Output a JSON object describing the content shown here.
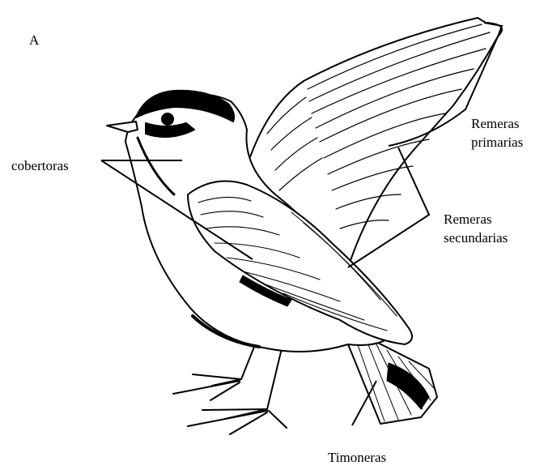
{
  "figure": {
    "panel_letter": "A",
    "labels": {
      "cobertoras": "cobertoras",
      "remeras_primarias": [
        "Remeras",
        "primarias"
      ],
      "remeras_secundarias": [
        "Remeras",
        "secundarias"
      ],
      "timoneras": "Timoneras"
    }
  },
  "colors": {
    "ink": "#000000",
    "paper": "#ffffff"
  },
  "icon": "bird-outline-illustration"
}
